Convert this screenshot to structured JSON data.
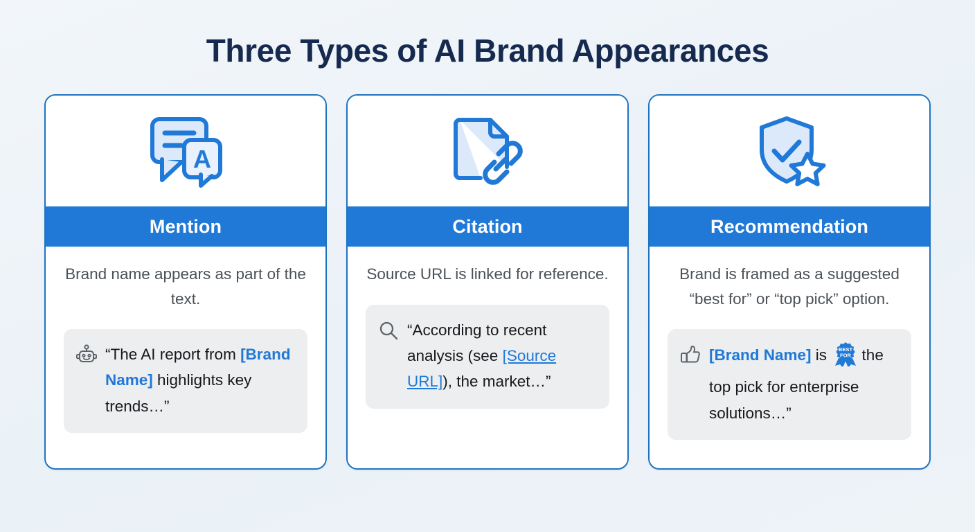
{
  "page": {
    "title": "Three Types of AI Brand Appearances",
    "background_color": "#eef3f8",
    "accent_color": "#2079d6",
    "border_color": "#1f74c0",
    "title_color": "#152a4e",
    "quote_bg_color": "#eceef0"
  },
  "cards": [
    {
      "icon_name": "speech-bubbles-icon",
      "band_label": "Mention",
      "description": "Brand name appears as part of the text.",
      "quote_icon_name": "robot-icon",
      "quote": {
        "lead": "“The AI report from ",
        "brand": "[Brand Name]",
        "tail": " highlights key trends…”"
      }
    },
    {
      "icon_name": "document-link-icon",
      "band_label": "Citation",
      "description": "Source URL is linked for reference.",
      "quote_icon_name": "search-icon",
      "quote": {
        "lead": "“According to recent analysis (see ",
        "link": "[Source URL]",
        "tail": "), the market…”"
      }
    },
    {
      "icon_name": "shield-check-star-icon",
      "band_label": "Recommendation",
      "description": "Brand is framed as a suggested “best for” or “top pick” option.",
      "quote_icon_name": "thumbs-up-icon",
      "badge_icon_name": "best-for-rosette-icon",
      "badge_line1": "BEST",
      "badge_line2": "FOR",
      "quote": {
        "brand": "[Brand Name]",
        "mid": " is ",
        "tail": " the top pick for enterprise solutions…”"
      }
    }
  ]
}
